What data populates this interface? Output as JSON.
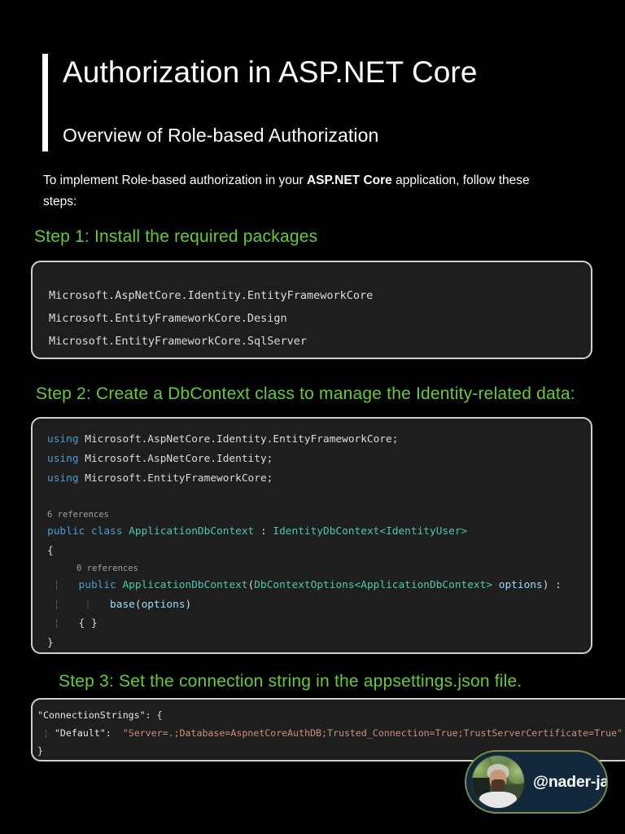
{
  "page": {
    "background": "#000000",
    "accent_green": "#66cc33",
    "code_bg": "#1e1e1e",
    "code_border": "#d0d0d0"
  },
  "header": {
    "title": "Authorization in ASP.NET Core",
    "subtitle": "Overview of Role-based Authorization"
  },
  "intro": {
    "line1_pre": "To implement Role-based authorization in your ",
    "line1_bold": "ASP.NET Core",
    "line1_post": " application, follow these steps:"
  },
  "steps": [
    {
      "heading": "Step 1: Install the required packages"
    },
    {
      "heading": "Step 2: Create a DbContext class to manage the Identity-related data:"
    },
    {
      "heading": "Step 3: Set the connection string in the appsettings.json file."
    }
  ],
  "code_block_1": {
    "language": "packages",
    "lines": [
      "Microsoft.AspNetCore.Identity.EntityFrameworkCore",
      "Microsoft.EntityFrameworkCore.Design",
      "Microsoft.EntityFrameworkCore.SqlServer"
    ]
  },
  "code_block_2": {
    "language": "csharp",
    "lines": {
      "using1_kw": "using",
      "using1_ns": " Microsoft.AspNetCore.Identity.EntityFrameworkCore;",
      "using2_kw": "using",
      "using2_ns": " Microsoft.AspNetCore.Identity;",
      "using3_kw": "using",
      "using3_ns": " Microsoft.EntityFrameworkCore;",
      "class_ref": "6 references",
      "class_kw": "public class ",
      "class_name": "ApplicationDbContext",
      "class_colon": " : ",
      "class_base": "IdentityDbContext<IdentityUser>",
      "brace_open": "{",
      "ctor_ref": "0 references",
      "ctor_kw": "public ",
      "ctor_name": "ApplicationDbContext",
      "ctor_paren_open": "(",
      "ctor_param_type": "DbContextOptions<ApplicationDbContext>",
      "ctor_param_name": " options",
      "ctor_paren_close": ") :",
      "base_call": "base",
      "base_paren_open": "(",
      "base_param": "options",
      "base_paren_close": ")",
      "body_braces": "{ }",
      "brace_close": "}"
    }
  },
  "code_block_3": {
    "language": "json",
    "key_connection_strings": "\"ConnectionStrings\"",
    "colon_open": ": {",
    "key_default": "\"Default\"",
    "default_colon": ":",
    "default_value": "\"Server=.;Database=AspnetCoreAuthDB;Trusted_Connection=True;TrustServerCertificate=True\"",
    "brace_close": "}"
  },
  "watermark": {
    "handle": "@nader-javid",
    "avatar_alt": "profile-photo",
    "pill_color": "#12283d",
    "border_color": "#7d8f3e"
  }
}
